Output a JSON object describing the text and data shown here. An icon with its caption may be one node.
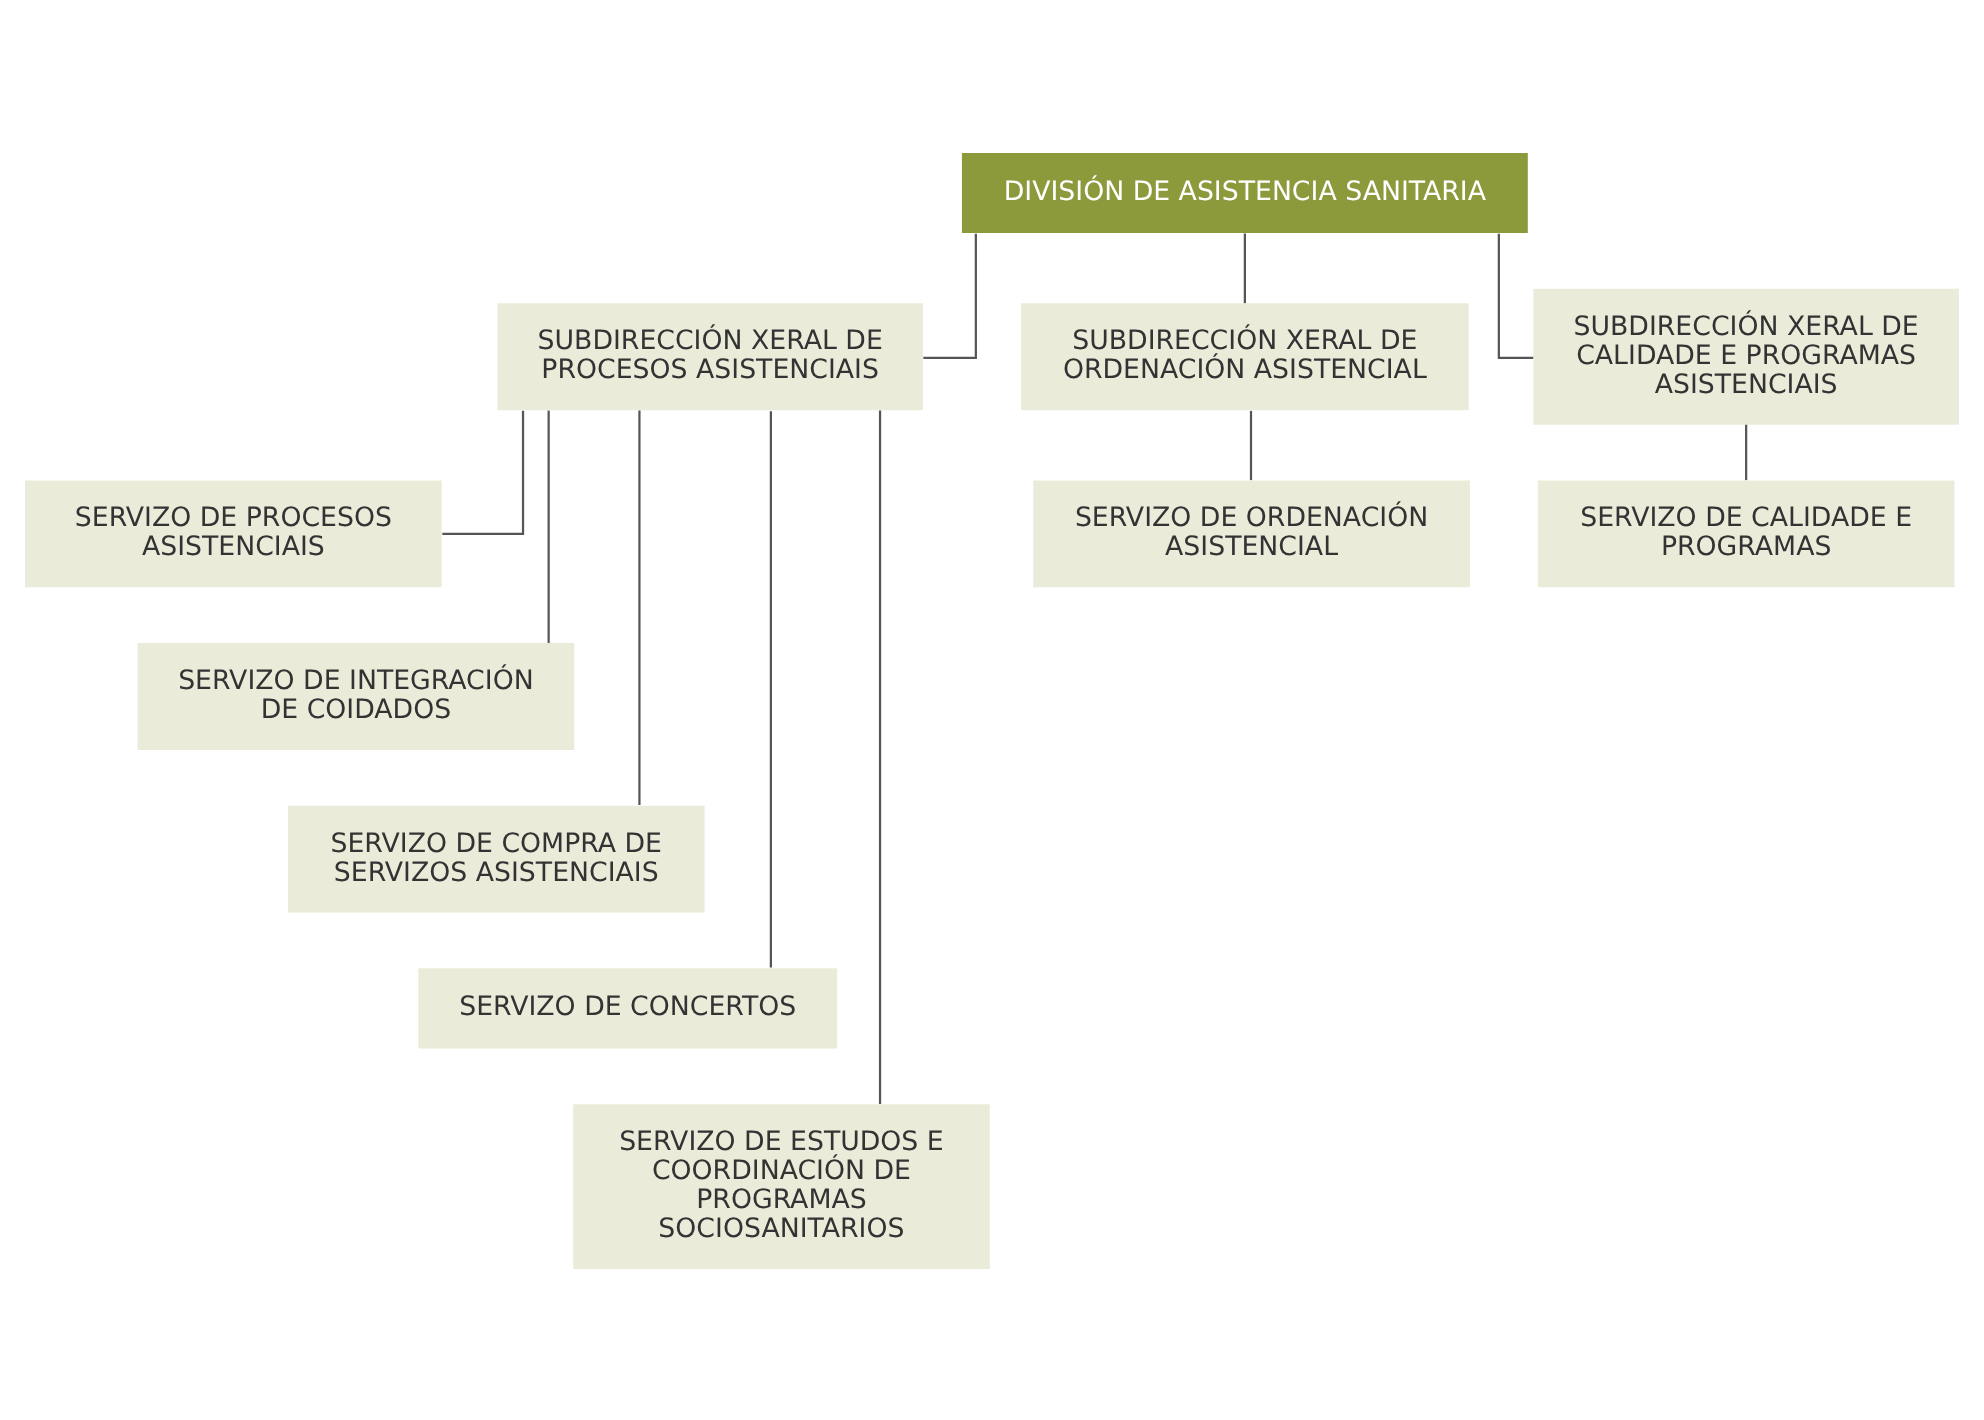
{
  "diagram": {
    "nodes": [
      {
        "text": [
          "DIVISIÓN DE ASISTENCIA SANITARIA"
        ]
      },
      {
        "text": [
          "SUBDIRECCIÓN XERAL DE PROCESOS ASISTENCIAIS"
        ]
      },
      {
        "text": [
          "SUBDIRECCIÓN XERAL DE ORDENACIÓN ASISTENCIAL"
        ]
      },
      {
        "text": [
          "SUBDIRECCIÓN XERAL DE CALIDADE E PROGRAMAS ASISTENCIAIS"
        ]
      },
      {
        "text": [
          "SERVIZO DE PROCESOS ASISTENCIAIS"
        ]
      },
      {
        "text": [
          "SERVIZO DE INTEGRACIÓN DE COIDADOS"
        ]
      },
      {
        "text": [
          "SERVIZO DE COMPRA DE SERVIZOS ASISTENCIAIS"
        ]
      },
      {
        "text": [
          "SERVIZO DE CONCERTOS"
        ]
      },
      {
        "text": [
          "SERVIZO DE ESTUDOS E COORDINACIÓN DE PROGRAMAS SOCIOSANITARIOS"
        ]
      },
      {
        "text": [
          "SERVIZO DE ORDENACIÓN ASISTENCIAL"
        ]
      },
      {
        "text": [
          "SERVIZO DE CALIDADE E PROGRAMAS"
        ]
      }
    ],
    "edges": [
      {
        "from": 0,
        "to": 1,
        "arrow": "none"
      },
      {
        "from": 0,
        "to": 2,
        "arrow": "none"
      },
      {
        "from": 0,
        "to": 3,
        "arrow": "none"
      },
      {
        "from": 1,
        "to": 4,
        "arrow": "none"
      },
      {
        "from": 1,
        "to": 5,
        "arrow": "none"
      },
      {
        "from": 1,
        "to": 6,
        "arrow": "none"
      },
      {
        "from": 1,
        "to": 7,
        "arrow": "none"
      },
      {
        "from": 1,
        "to": 8,
        "arrow": "none"
      },
      {
        "from": 2,
        "to": 9,
        "arrow": "none"
      },
      {
        "from": 3,
        "to": 10,
        "arrow": "none"
      }
    ]
  }
}
